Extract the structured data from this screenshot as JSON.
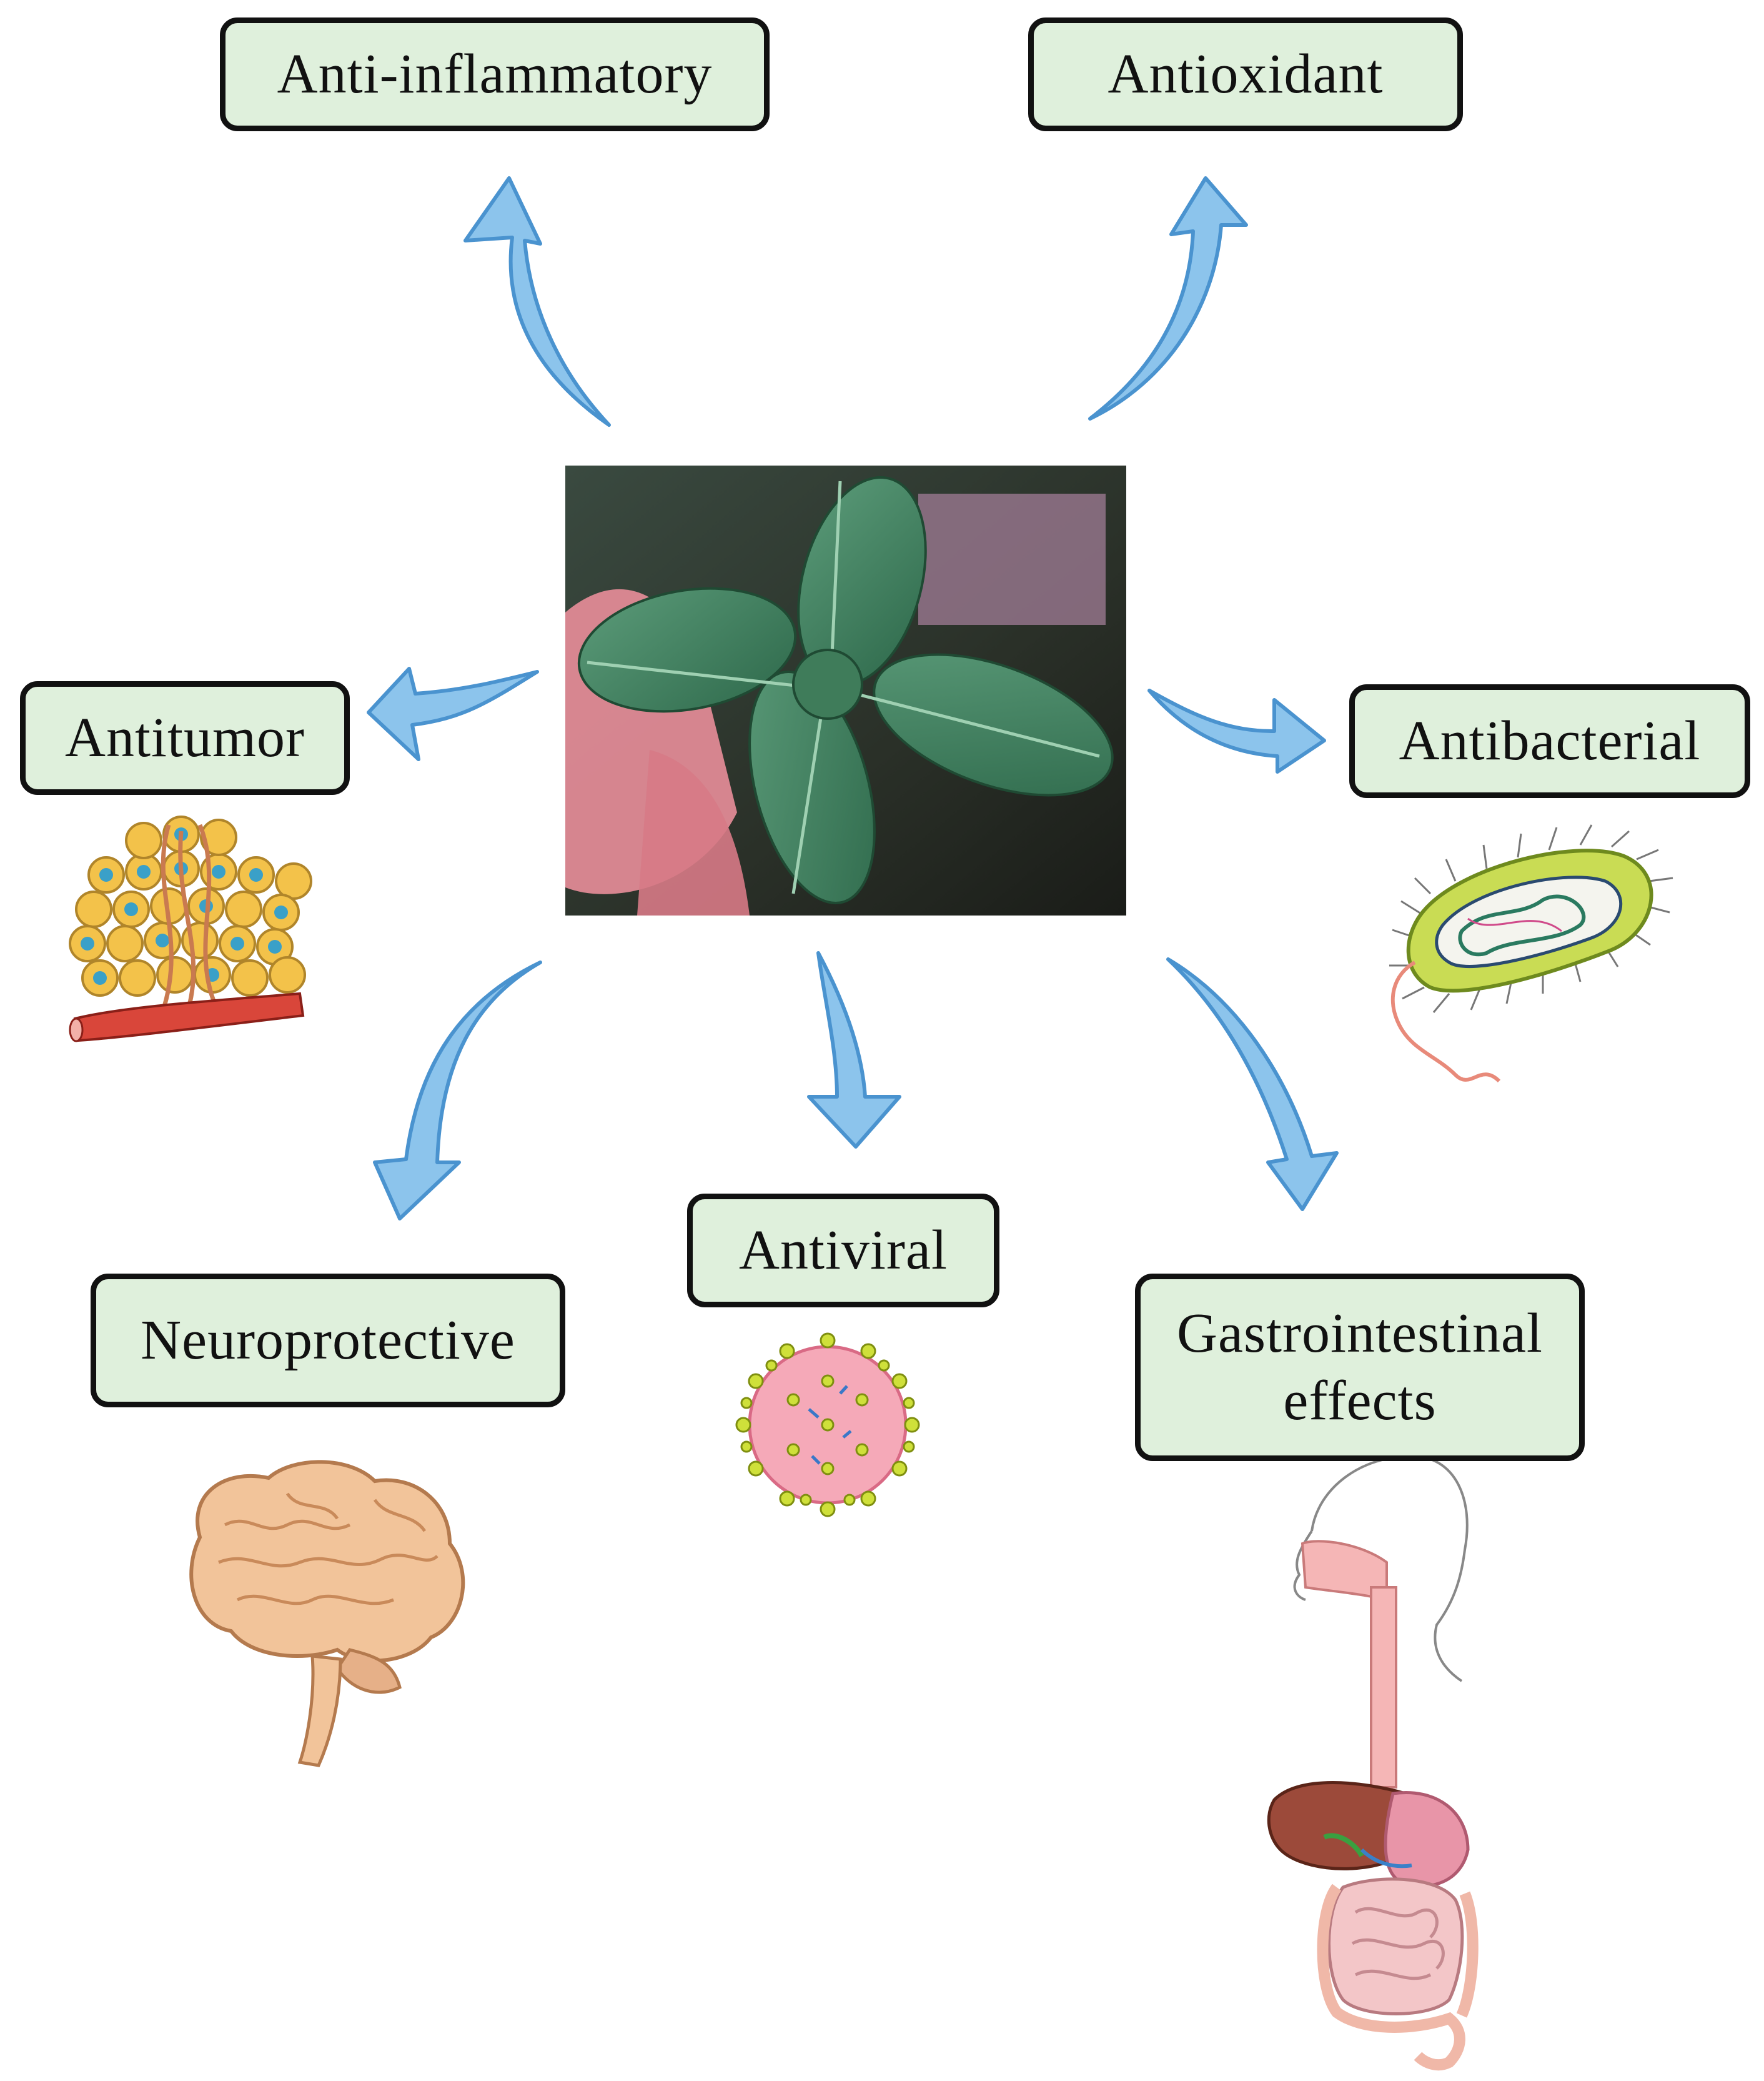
{
  "title": "",
  "center_image": {
    "icon": "mint-leaf-photo"
  },
  "effects": {
    "anti_inflammatory": "Anti-inflammatory",
    "antioxidant": "Antioxidant",
    "antitumor": "Antitumor",
    "antibacterial": "Antibacterial",
    "neuroprotective": "Neuroprotective",
    "antiviral": "Antiviral",
    "gastrointestinal_line1": "Gastrointestinal",
    "gastrointestinal_line2": "effects"
  },
  "illustrations": {
    "antitumor": "tumor-cells-icon",
    "antibacterial": "bacterium-icon",
    "neuroprotective": "brain-icon",
    "antiviral": "virus-icon",
    "gastrointestinal": "digestive-system-icon"
  },
  "colors": {
    "box_fill": "#dff0dc",
    "box_border": "#111111",
    "arrow_fill": "#8cc4ec",
    "arrow_stroke": "#4a93cf"
  }
}
